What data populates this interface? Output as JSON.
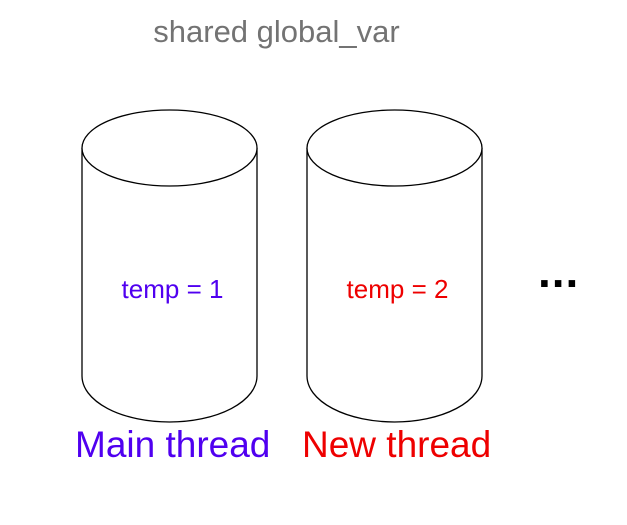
{
  "title": "shared global_var",
  "colors": {
    "main": "#5000f0",
    "new": "#ee0000",
    "title": "#737373",
    "outline": "#000000"
  },
  "threads": [
    {
      "cylinder_text": "temp = 1",
      "label": "Main thread"
    },
    {
      "cylinder_text": "temp = 2",
      "label": "New thread"
    }
  ],
  "more": "..."
}
